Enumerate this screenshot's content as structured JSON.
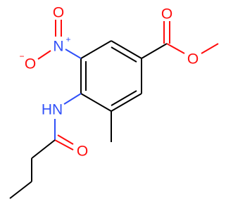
{
  "molecule": {
    "atoms": {
      "nitro_o_top": "O",
      "nitro_o_left": "O",
      "nitro_n": "N",
      "nitro_charge_plus": "+",
      "nitro_charge_minus": "−",
      "ester_o_carbonyl": "O",
      "ester_o_methoxy": "O",
      "amide_nh": "HN",
      "amide_o": "O"
    }
  },
  "colors": {
    "carbon_bond": "#000000",
    "oxygen": "#ff0d0d",
    "nitrogen": "#3050f8",
    "background": "#ffffff"
  }
}
